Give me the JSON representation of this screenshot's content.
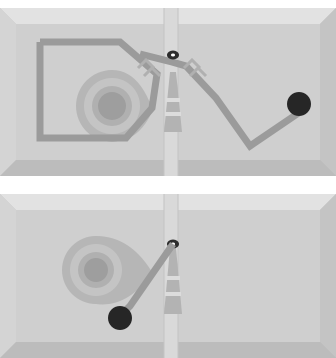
{
  "game": {
    "panel_count": 2,
    "theme_colors": {
      "board_face": "#cfcfcf",
      "board_rim": "#bdbdbd",
      "board_outer": "#a9a9a9",
      "divider": "#d9d9d9",
      "path": "#9b9b9b",
      "path_light": "#b6b6b6",
      "swirl_core": "#8f8f8f",
      "ball": "#262626",
      "tower": "#b3b3b3",
      "chevron": "#b0b0b0"
    },
    "icons": [
      "pivot-eye-icon",
      "chevron-arrow-icon",
      "spiral-swirl-icon",
      "ball-icon",
      "tower-icon"
    ],
    "panels": [
      {
        "id": "top",
        "ball_position": "path-end-right",
        "has_chevrons": true
      },
      {
        "id": "bottom",
        "ball_position": "path-end-lower-left",
        "has_chevrons": false
      }
    ]
  }
}
